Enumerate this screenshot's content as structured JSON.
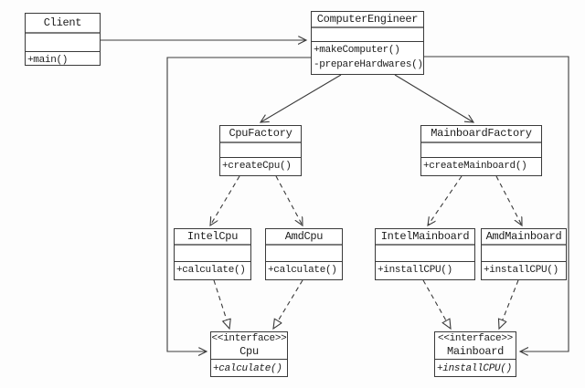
{
  "colors": {
    "line": "#3a3a3a",
    "box_fill": "#ffffff",
    "background": "#fdfdfd"
  },
  "classes": [
    {
      "id": "client",
      "name": "Client",
      "attributes": [],
      "methods": [
        "+main()"
      ]
    },
    {
      "id": "computer-engineer",
      "name": "ComputerEngineer",
      "attributes": [],
      "methods": [
        "+makeComputer()",
        "-prepareHardwares()"
      ]
    },
    {
      "id": "cpu-factory",
      "name": "CpuFactory",
      "attributes": [],
      "methods": [
        "+createCpu()"
      ]
    },
    {
      "id": "mainboard-factory",
      "name": "MainboardFactory",
      "attributes": [],
      "methods": [
        "+createMainboard()"
      ]
    },
    {
      "id": "intel-cpu",
      "name": "IntelCpu",
      "attributes": [],
      "methods": [
        "+calculate()"
      ]
    },
    {
      "id": "amd-cpu",
      "name": "AmdCpu",
      "attributes": [],
      "methods": [
        "+calculate()"
      ]
    },
    {
      "id": "intel-mainboard",
      "name": "IntelMainboard",
      "attributes": [],
      "methods": [
        "+installCPU()"
      ]
    },
    {
      "id": "amd-mainboard",
      "name": "AmdMainboard",
      "attributes": [],
      "methods": [
        "+installCPU()"
      ]
    },
    {
      "id": "cpu-interface",
      "stereotype": "<<interface>>",
      "name": "Cpu",
      "methods": [
        "+calculate()"
      ]
    },
    {
      "id": "mainboard-interface",
      "stereotype": "<<interface>>",
      "name": "Mainboard",
      "methods": [
        "+installCPU()"
      ]
    }
  ],
  "relationships": [
    {
      "from": "Client",
      "to": "ComputerEngineer",
      "type": "association-arrow",
      "line": "solid"
    },
    {
      "from": "ComputerEngineer",
      "to": "CpuFactory",
      "type": "association-arrow",
      "line": "solid"
    },
    {
      "from": "ComputerEngineer",
      "to": "MainboardFactory",
      "type": "association-arrow",
      "line": "solid"
    },
    {
      "from": "ComputerEngineer",
      "to": "Cpu",
      "type": "association-arrow",
      "line": "solid"
    },
    {
      "from": "ComputerEngineer",
      "to": "Mainboard",
      "type": "association-arrow",
      "line": "solid"
    },
    {
      "from": "CpuFactory",
      "to": "IntelCpu",
      "type": "dependency-arrow",
      "line": "dashed"
    },
    {
      "from": "CpuFactory",
      "to": "AmdCpu",
      "type": "dependency-arrow",
      "line": "dashed"
    },
    {
      "from": "MainboardFactory",
      "to": "IntelMainboard",
      "type": "dependency-arrow",
      "line": "dashed"
    },
    {
      "from": "MainboardFactory",
      "to": "AmdMainboard",
      "type": "dependency-arrow",
      "line": "dashed"
    },
    {
      "from": "IntelCpu",
      "to": "Cpu",
      "type": "realization",
      "line": "dashed"
    },
    {
      "from": "AmdCpu",
      "to": "Cpu",
      "type": "realization",
      "line": "dashed"
    },
    {
      "from": "IntelMainboard",
      "to": "Mainboard",
      "type": "realization",
      "line": "dashed"
    },
    {
      "from": "AmdMainboard",
      "to": "Mainboard",
      "type": "realization",
      "line": "dashed"
    }
  ]
}
